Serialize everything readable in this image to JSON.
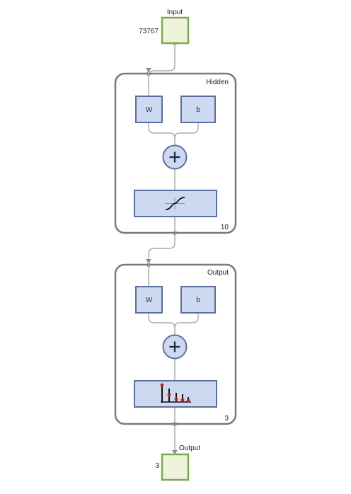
{
  "input": {
    "label": "Input",
    "size": "73767"
  },
  "hidden": {
    "label": "Hidden",
    "weight": "W",
    "bias": "b",
    "sum": "+",
    "transfer_icon": "sigmoid-curve-icon",
    "size": "10"
  },
  "output_layer": {
    "label": "Output",
    "weight": "W",
    "bias": "b",
    "sum": "+",
    "transfer_icon": "softmax-bars-icon",
    "size": "3"
  },
  "output": {
    "label": "Output",
    "size": "3"
  },
  "colors": {
    "io_fill": "#eef3dc",
    "io_border": "#7aac4a",
    "block_fill": "#cdd9f1",
    "block_border": "#5a6f9e",
    "layer_border": "#7a7a7a",
    "wire": "#9a9a9a",
    "accent": "#cc1f1f"
  }
}
